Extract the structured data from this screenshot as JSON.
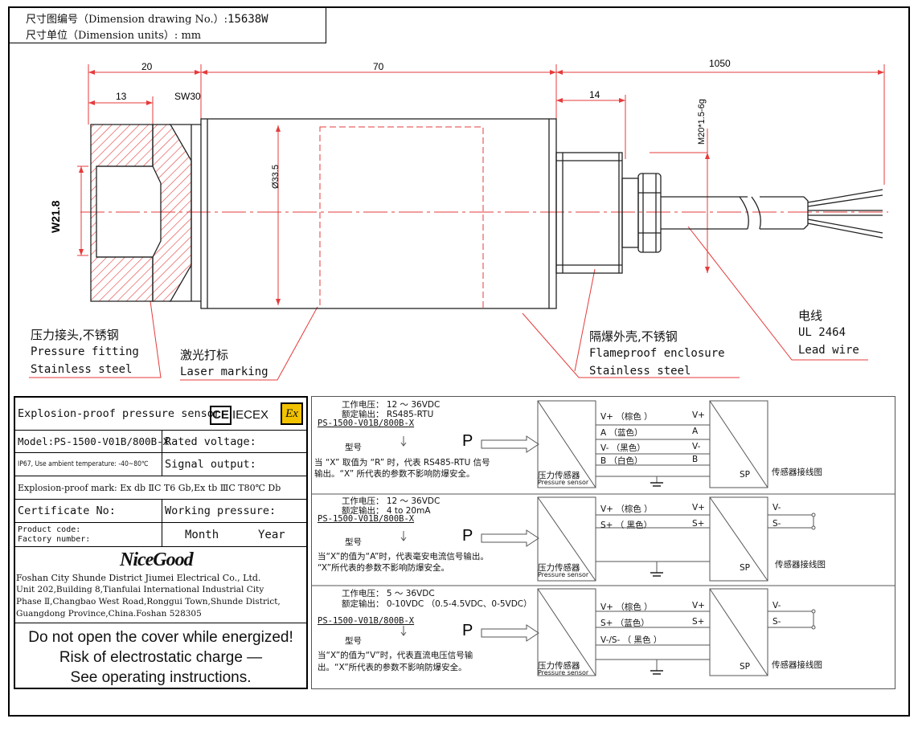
{
  "header": {
    "drawing_no_label": "尺寸图编号（Dimension drawing No.）:",
    "drawing_no": "15638W",
    "units_label": "尺寸单位（Dimension units）: mm"
  },
  "dimensions": {
    "d20": "20",
    "d13": "13",
    "sw30": "SW30",
    "d70": "70",
    "d1050": "1050",
    "d14": "14",
    "thread": "M20*1.5-6g",
    "dia": "Ø33.5",
    "w218": "W21.8"
  },
  "callouts": {
    "fitting_cn": "压力接头,不锈钢",
    "fitting_en": "Pressure fitting",
    "fitting_mat": "Stainless steel",
    "laser_cn": "激光打标",
    "laser_en": "Laser marking",
    "enclosure_cn": "隔爆外壳,不锈钢",
    "enclosure_en": "Flameproof enclosure",
    "enclosure_mat": "Stainless steel",
    "wire_cn": "电线",
    "wire_std": "UL 2464",
    "wire_en": "Lead wire"
  },
  "nameplate": {
    "title": "Explosion-proof pressure sensor",
    "ce": "CE",
    "iecex": "IECEX",
    "ex": "Ex",
    "model": "Model:PS-1500-V01B/800B-X",
    "rated_voltage": "Rated voltage:",
    "ip": "IP67, Use ambient temperature: -40~80℃",
    "signal_output": "Signal output:",
    "ex_mark": "Explosion-proof mark: Ex db ⅡC T6 Gb,Ex tb ⅢC T80℃ Db",
    "certificate": "Certificate No:",
    "working_pressure": "Working pressure:",
    "product_code": "Product code:",
    "factory_number": "Factory number:",
    "month": "Month",
    "year": "Year",
    "logo": "NiceGood",
    "company": "Foshan City Shunde District Jiumei Electrical Co., Ltd.",
    "address1": "Unit 202,Building 8,Tianfulai International Industrial City",
    "address2": "Phase Ⅱ,Changbao West Road,Ronggui Town,Shunde District,",
    "address3": "Guangdong Province,China.Foshan 528305",
    "warn1": "Do not open the cover while energized!",
    "warn2": "Risk of electrostatic charge —",
    "warn3": "See operating instructions."
  },
  "wiring": {
    "sections": [
      {
        "supply": "工作电压： 12 ～ 36VDC",
        "output": "额定输出： RS485-RTU",
        "model": "PS-1500-V01B/800B-X",
        "xing": "型号",
        "note1": "当 “X” 取值为 “R” 时，代表 RS485-RTU 信号",
        "note2": "输出。“X” 所代表的参数不影响防爆安全。",
        "sensor_cn": "压力传感器",
        "sensor_en": "Pressure sensor",
        "sp": "SP",
        "diagram": "传感器接线图",
        "rows": [
          {
            "l": "V+ （棕色 ）",
            "r": "V+"
          },
          {
            "l": "A （蓝色）",
            "r": "A"
          },
          {
            "l": "V- （黑色）",
            "r": "V-"
          },
          {
            "l": "B （白色）",
            "r": "B"
          }
        ],
        "terms": []
      },
      {
        "supply": "工作电压： 12 ～ 36VDC",
        "output": "额定输出： 4 to 20mA",
        "model": "PS-1500-V01B/800B-X",
        "xing": "型号",
        "note1": "当“X”的值为“A”时，代表毫安电流信号输出。",
        "note2": "“X”所代表的参数不影响防爆安全。",
        "sensor_cn": "压力传感器",
        "sensor_en": "Pressure sensor",
        "sp": "SP",
        "diagram": "传感器接线图",
        "rows": [
          {
            "l": "V+ （棕色 ）",
            "r": "V+"
          },
          {
            "l": "S+ （ 黑色）",
            "r": "S+"
          }
        ],
        "terms": [
          "V-",
          "S-"
        ]
      },
      {
        "supply": "工作电压： 5 ～ 36VDC",
        "output": "额定输出： 0-10VDC （0.5-4.5VDC、0-5VDC）",
        "model": "PS-1500-V01B/800B-X",
        "xing": "型号",
        "note1": "当“X”的值为“V”时，代表直流电压信号输",
        "note2": "出。“X”所代表的参数不影响防爆安全。",
        "sensor_cn": "压力传感器",
        "sensor_en": "Pressure sensor",
        "sp": "SP",
        "diagram": "传感器接线图",
        "rows": [
          {
            "l": "V+ （棕色 ）",
            "r": "V+"
          },
          {
            "l": "S+ （蓝色）",
            "r": "S+"
          },
          {
            "l": "V-/S- （ 黑色 ）",
            "r": ""
          }
        ],
        "terms": [
          "V-",
          "S-"
        ]
      }
    ]
  }
}
